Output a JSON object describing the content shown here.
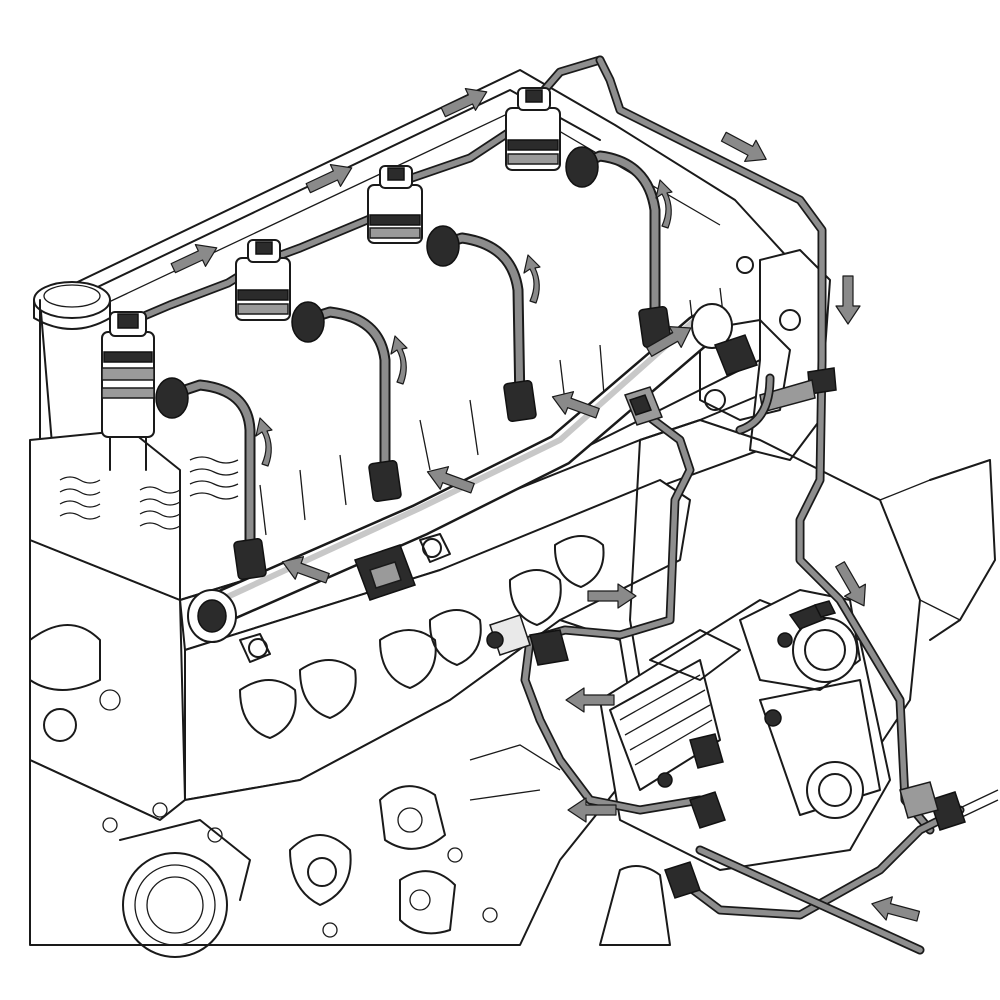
{
  "diagram": {
    "kind": "common-rail fuel system line drawing",
    "injector_count": 4,
    "flow_arrow_count": 17,
    "colors": {
      "ink": "#1a1a1a",
      "fuel_line": "#8c8c8c",
      "flow_arrow": "#8a8a8a",
      "background": "#ffffff"
    },
    "icons": [
      "flow-arrow-icon",
      "injector-icon",
      "fuel-rail-icon",
      "high-pressure-pump-icon",
      "pressure-sensor-icon"
    ]
  }
}
